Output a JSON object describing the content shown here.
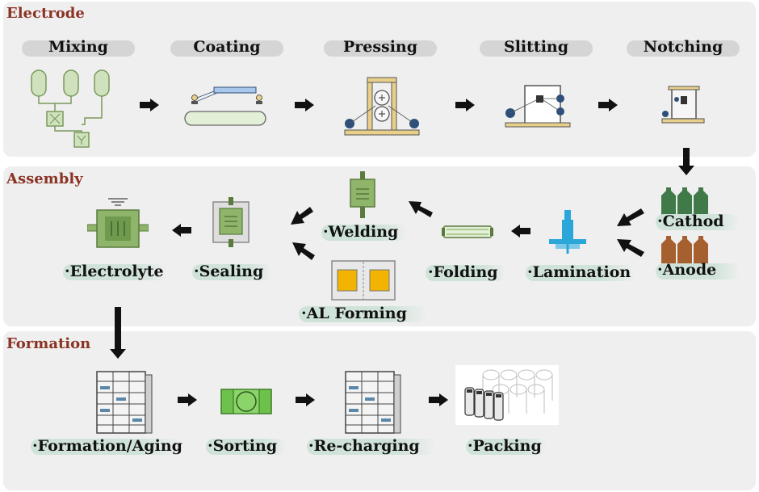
{
  "sections": {
    "electrode": "Electrode",
    "assembly": "Assembly",
    "formation": "Formation"
  },
  "electrode_steps": {
    "mixing": "Mixing",
    "coating": "Coating",
    "pressing": "Pressing",
    "slitting": "Slitting",
    "notching": "Notching"
  },
  "assembly_steps": {
    "cathod": "·Cathod",
    "anode": "·Anode",
    "lamination": "·Lamination",
    "folding": "·Folding",
    "welding": "·Welding",
    "al_forming": "·AL Forming",
    "sealing": "·Sealing",
    "electrolyte": "·Electrolyte"
  },
  "formation_steps": {
    "formation_aging": "·Formation/Aging",
    "sorting": "·Sorting",
    "recharging": "·Re-charging",
    "packing": "·Packing"
  },
  "colors": {
    "section_title": "#8a3324",
    "panel": "#efefef",
    "pill": "#d5d5d5",
    "tag": "#cfe3d9",
    "green_icon": "#8fb56a",
    "machine_yellow": "#e8cf8a",
    "roller_blue": "#2d4f7a",
    "cathode_green": "#3f7a48",
    "anode_brown": "#a65f2e",
    "sorting_green": "#6cc24a",
    "al_yellow": "#f2b400",
    "lamination_blue": "#2aa7d8"
  }
}
